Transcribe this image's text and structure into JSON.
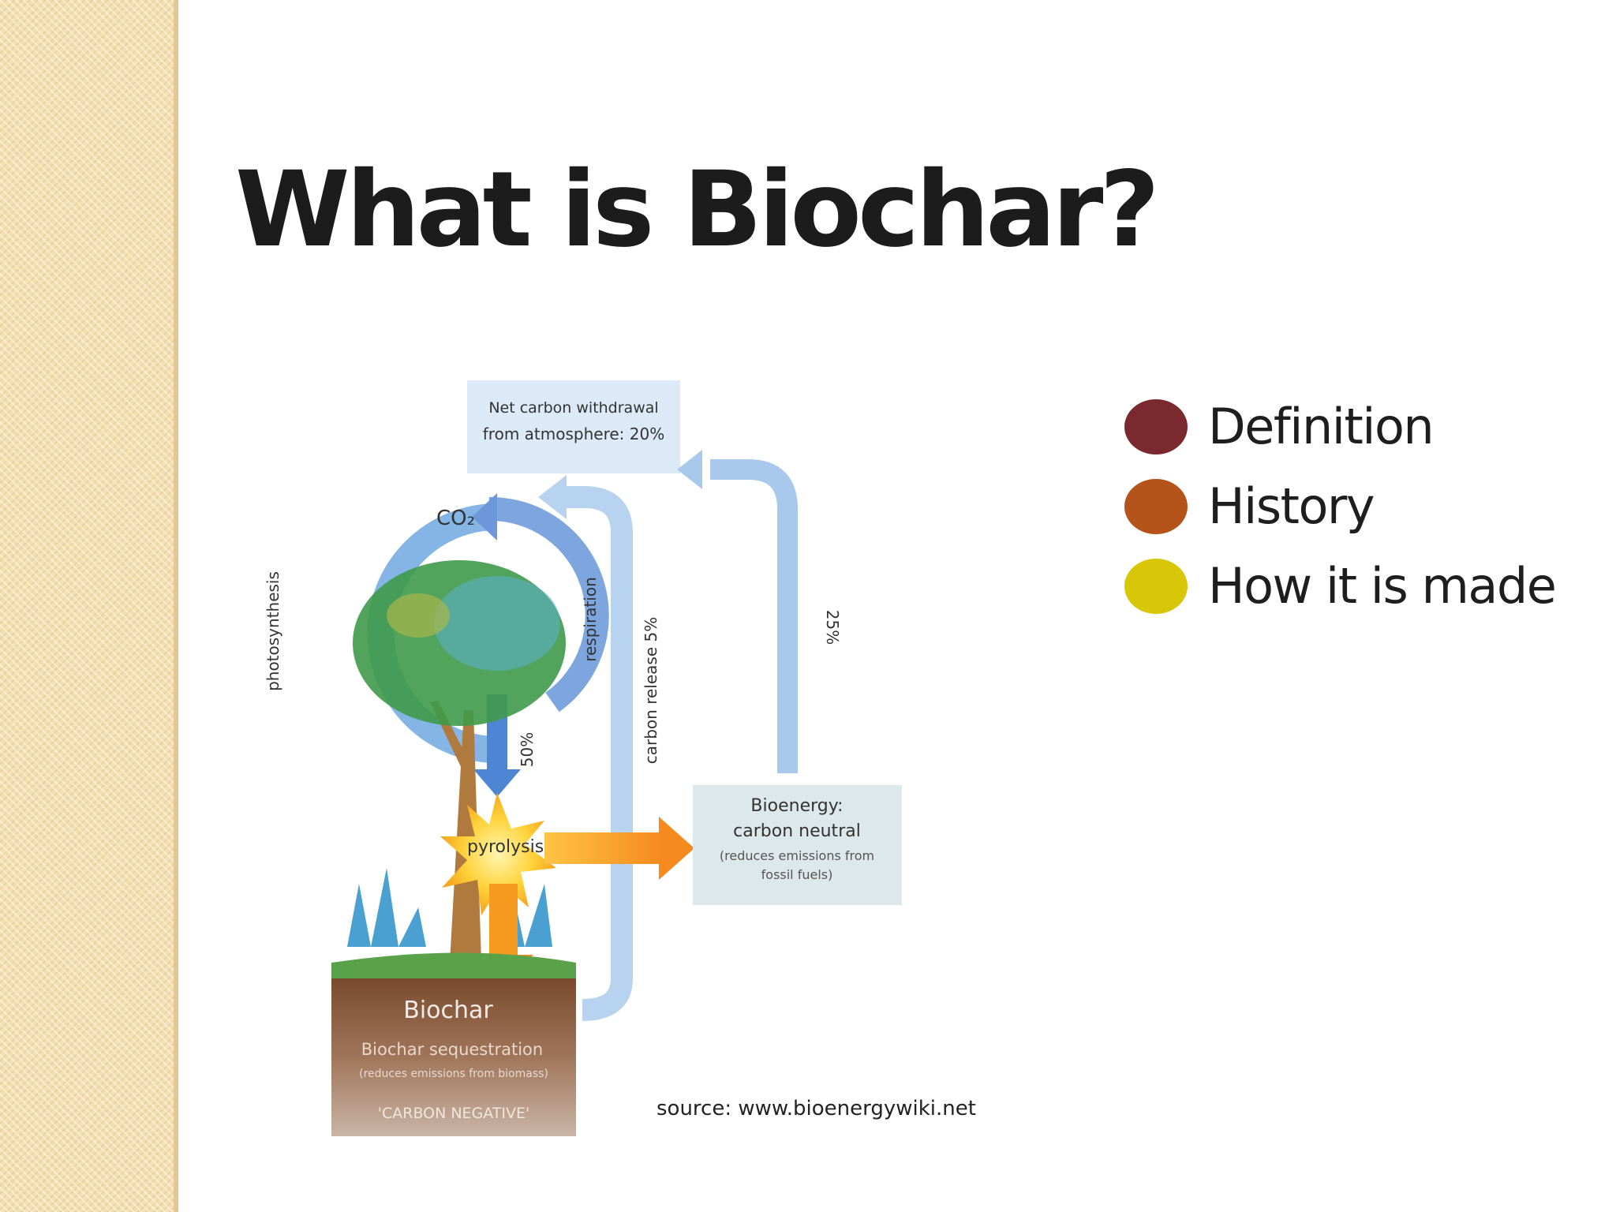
{
  "slide": {
    "title": "What is Biochar?",
    "source": "source: www.bioenergywiki.net"
  },
  "legend": [
    {
      "label": "Definition",
      "color": "#7a2a2f"
    },
    {
      "label": "History",
      "color": "#b5541a"
    },
    {
      "label": "How it is made",
      "color": "#d8c708"
    }
  ],
  "diagram": {
    "net_withdrawal_line1": "Net carbon withdrawal",
    "net_withdrawal_line2": "from atmosphere: 20%",
    "co2": "CO₂",
    "photosynthesis": "photosynthesis",
    "respiration": "respiration",
    "carbon_release": "carbon release 5%",
    "pct_25": "25%",
    "pct_50": "50%",
    "pyrolysis": "pyrolysis",
    "bioenergy_line1": "Bioenergy:",
    "bioenergy_line2": "carbon neutral",
    "bioenergy_line3": "(reduces emissions from",
    "bioenergy_line4": "fossil fuels)",
    "biochar": "Biochar",
    "biochar_seq": "Biochar sequestration",
    "biochar_reduces": "(reduces emissions from biomass)",
    "carbon_negative": "'CARBON NEGATIVE'"
  },
  "colors": {
    "stripe": "#f4dfb1",
    "arrow_blue": "#7fb0e0",
    "arrow_orange": "#f59a1f",
    "soil": "#8a5a3a",
    "tree_green": "#3f9a4a"
  }
}
